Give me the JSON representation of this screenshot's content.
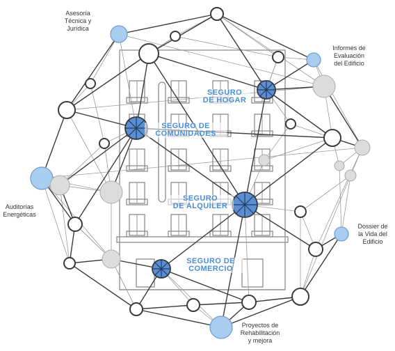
{
  "colors": {
    "line_dark": "#3a3a3a",
    "line_light": "#9a9a9a",
    "node_blue_fill": "#5b8fd1",
    "node_light_blue": "#a9cdee",
    "node_grey": "#dcdcdc",
    "building": "#8c8c8c",
    "label_blue": "#4a8fd6",
    "label_text": "#333333"
  },
  "labels": {
    "asesoria": "Asesoría\nTécnica y\nJurídica",
    "informes": "Informes de\nEvaluación\ndel Edificio",
    "auditorias": "Auditorías\nEnergéticas",
    "dossier": "Dossier de\nla Vida del\nEdificio",
    "proyectos": "Proyectos de\nRehabilitación\ny mejora"
  },
  "insurances": {
    "hogar": "SEGURO\nDE HOGAR",
    "comunidades": "SEGURO DE\nCOMUNIDADES",
    "alquiler": "SEGURO\nDE ALQUILER",
    "comercio": "SEGURO DE\nCOMERCIO"
  },
  "icons": {
    "hub": "blue-network-hub-icon",
    "building": "building-facade-icon"
  }
}
